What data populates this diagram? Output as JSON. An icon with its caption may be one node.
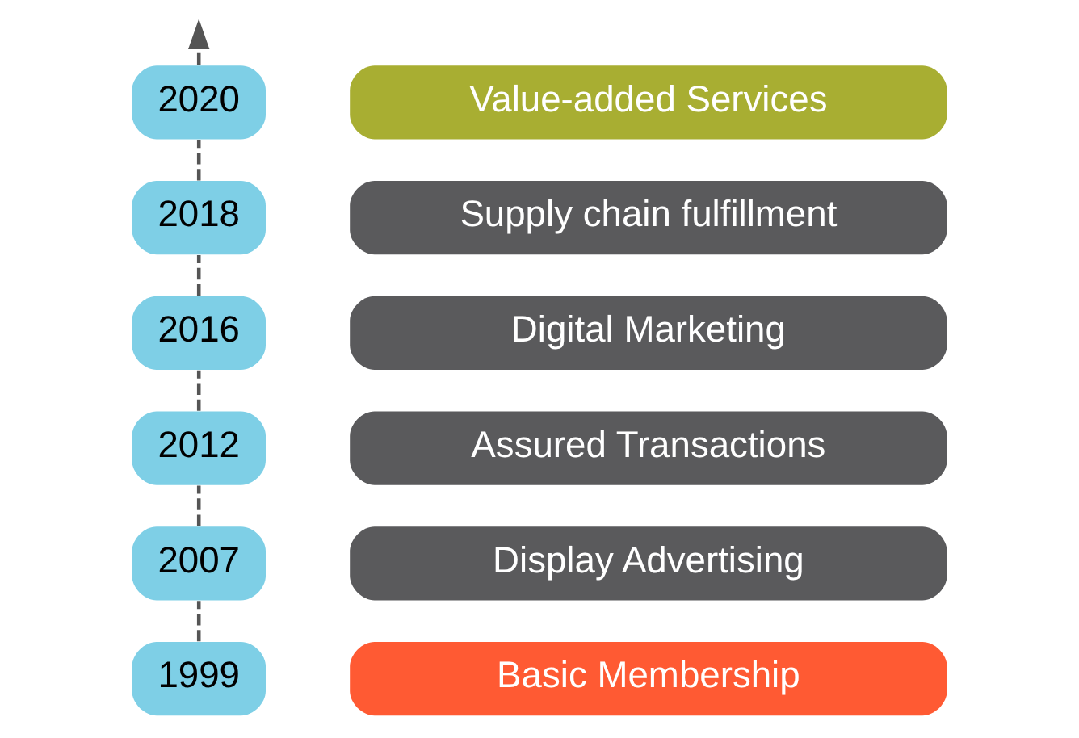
{
  "diagram": {
    "nodes": [
      {
        "text": [
          "2020"
        ]
      },
      {
        "text": [
          "Value-added Services"
        ]
      },
      {
        "text": [
          "2018"
        ]
      },
      {
        "text": [
          "Supply chain fulfillment"
        ]
      },
      {
        "text": [
          "2016"
        ]
      },
      {
        "text": [
          "Digital Marketing"
        ]
      },
      {
        "text": [
          "2012"
        ]
      },
      {
        "text": [
          "Assured Transactions"
        ]
      },
      {
        "text": [
          "2007"
        ]
      },
      {
        "text": [
          "Display Advertising"
        ]
      },
      {
        "text": [
          "1999"
        ]
      },
      {
        "text": [
          "Basic Membership"
        ]
      }
    ],
    "edges": [
      {
        "from": 10,
        "to": 8,
        "arrow": "none",
        "style": "dashed"
      },
      {
        "from": 8,
        "to": 6,
        "arrow": "none",
        "style": "dashed"
      },
      {
        "from": 6,
        "to": 4,
        "arrow": "none",
        "style": "dashed"
      },
      {
        "from": 4,
        "to": 2,
        "arrow": "none",
        "style": "dashed"
      },
      {
        "from": 2,
        "to": 0,
        "arrow": "none",
        "style": "dashed"
      },
      {
        "from": 0,
        "to": null,
        "arrow": "to",
        "style": "dashed"
      }
    ]
  }
}
